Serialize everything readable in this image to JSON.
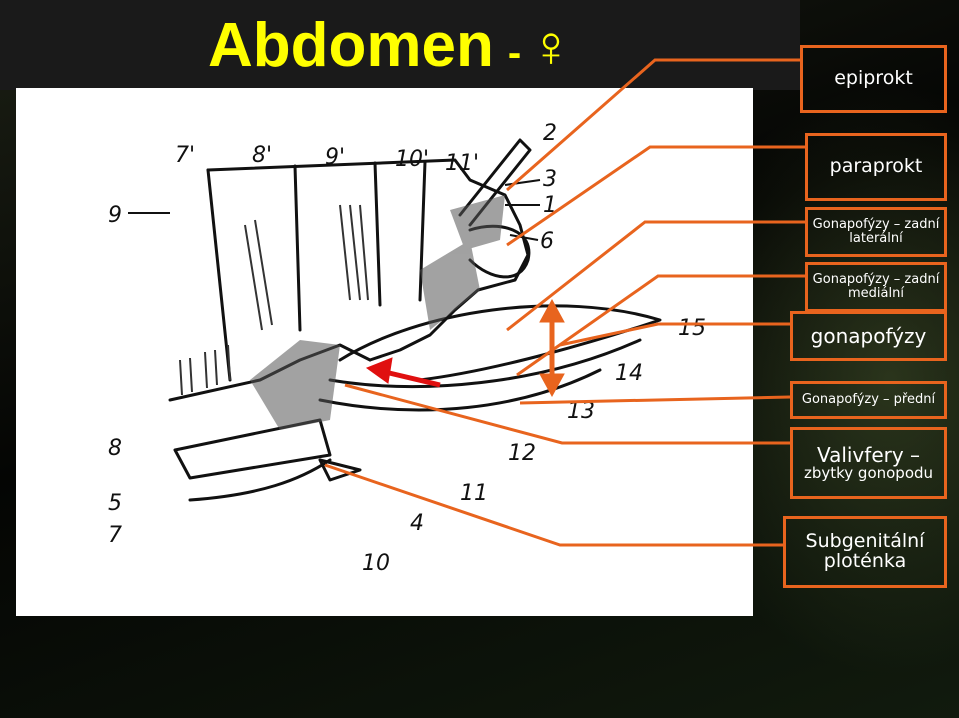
{
  "title": {
    "main": "Abdomen",
    "separator": "-",
    "symbol": "♀"
  },
  "accent_color": "#e8641e",
  "title_color": "#ffff00",
  "diagram": {
    "segment_labels": [
      "7'",
      "8'",
      "9'",
      "10'",
      "11'"
    ],
    "number_labels": [
      "2",
      "3",
      "1",
      "6",
      "9",
      "15",
      "14",
      "13",
      "12",
      "11",
      "4",
      "10",
      "8",
      "5",
      "7"
    ]
  },
  "labels": [
    {
      "lines": [
        "epiprokt"
      ]
    },
    {
      "lines": [
        "paraprokt"
      ]
    },
    {
      "lines": [
        "Gonapofýzy – zadní",
        "laterální"
      ]
    },
    {
      "lines": [
        "Gonapofýzy – zadní",
        "mediální"
      ]
    },
    {
      "lines": [
        "gonapofýzy"
      ]
    },
    {
      "lines": [
        "Gonapofýzy – přední"
      ]
    },
    {
      "lines": [
        "Valivfery –",
        "zbytky gonopodu"
      ]
    },
    {
      "lines": [
        "Subgenitální",
        "ploténka"
      ]
    }
  ]
}
